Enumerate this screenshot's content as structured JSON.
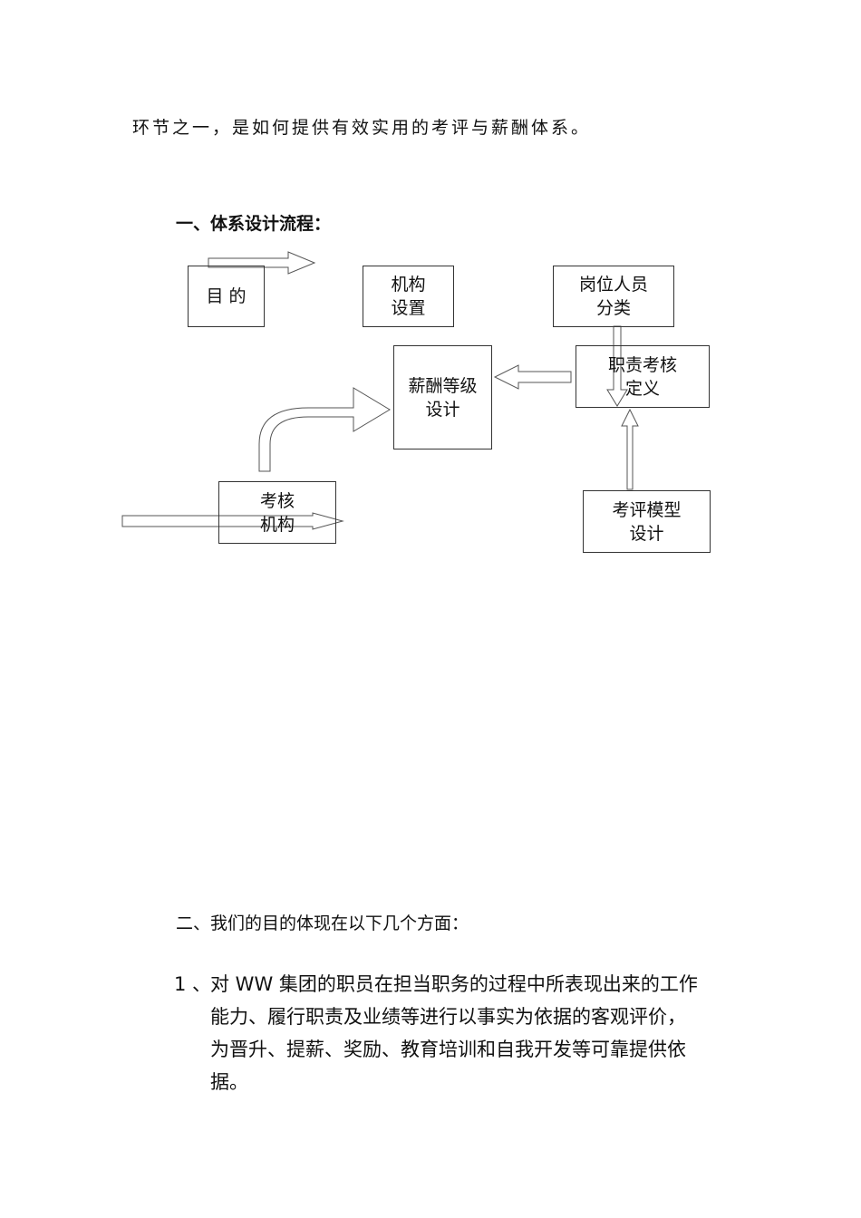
{
  "intro": "环节之一，是如何提供有效实用的考评与薪酬体系。",
  "section1": {
    "heading": "一、体系设计流程："
  },
  "diagram": {
    "boxes": {
      "purpose": "目  的",
      "org_setup": "机构\n设置",
      "position_class": "岗位人员\n分类",
      "salary_design": "薪酬等级\n设计",
      "duty_def": "职责考核\n定义",
      "assess_org": "考核\n机构",
      "eval_model": "考评模型\n设计"
    }
  },
  "section2": {
    "heading": "二、我们的目的体现在以下几个方面：",
    "items": [
      {
        "num": "1 、",
        "lines": [
          "对 WW 集团的职员在担当职务的过程中所表现出来的工作",
          "能力、履行职责及业绩等进行以事实为依据的客观评价，",
          "为晋升、提薪、奖励、教育培训和自我开发等可靠提供依",
          "据。"
        ]
      }
    ]
  }
}
